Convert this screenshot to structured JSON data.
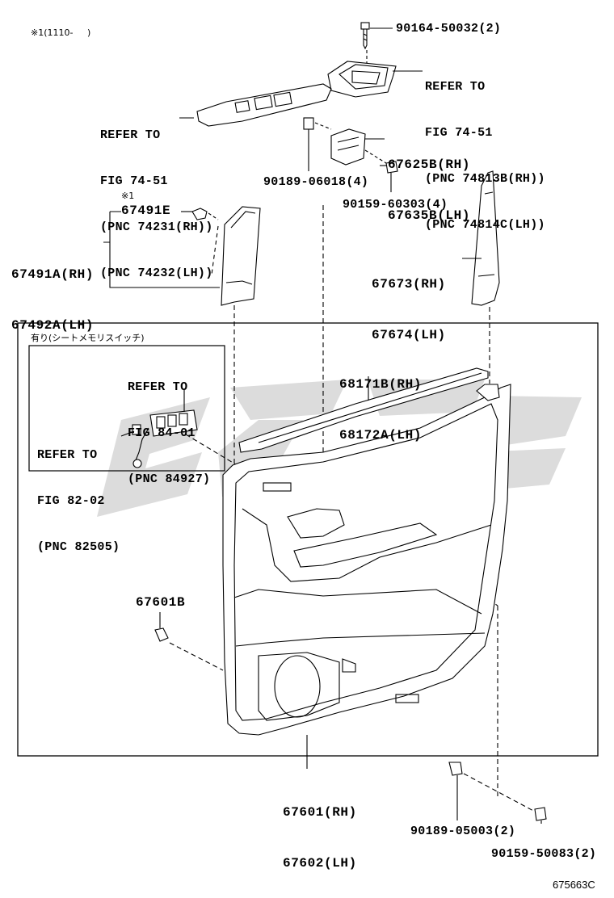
{
  "header_note": "※1(1110-     )",
  "optional_box_title": "有り(シートメモリスイッチ)",
  "figure_code": "675663C",
  "parts": {
    "screw_top": "90164-50032(2)",
    "refer_74_51_right": [
      "REFER TO",
      "FIG 74-51",
      "(PNC 74813B(RH))",
      "(PNC 74814C(LH))"
    ],
    "refer_74_51_left": [
      "REFER TO",
      "FIG 74-51",
      "(PNC 74231(RH))",
      "(PNC 74232(LH))"
    ],
    "bracket": [
      "67625B(RH)",
      "67635B(LH)"
    ],
    "clip_90189_06018": "90189-06018(4)",
    "screw_90159_60303": "90159-60303(4)",
    "note_mark": "※1",
    "part_67491E": "67491E",
    "garnish_67491A": [
      "67491A(RH)",
      "67492A(LH)"
    ],
    "garnish_67673": [
      "67673(RH)",
      "67674(LH)"
    ],
    "refer_84_01": [
      "REFER TO",
      "FIG 84-01",
      "(PNC 84927)"
    ],
    "weatherstrip": [
      "68171B(RH)",
      "68172A(LH)"
    ],
    "refer_82_02": [
      "REFER TO",
      "FIG 82-02",
      "(PNC 82505)"
    ],
    "clip_67601B": "67601B",
    "door_panel": [
      "67601(RH)",
      "67602(LH)"
    ],
    "clip_90189_05003": "90189-05003(2)",
    "screw_90159_50083": "90159-50083(2)"
  }
}
